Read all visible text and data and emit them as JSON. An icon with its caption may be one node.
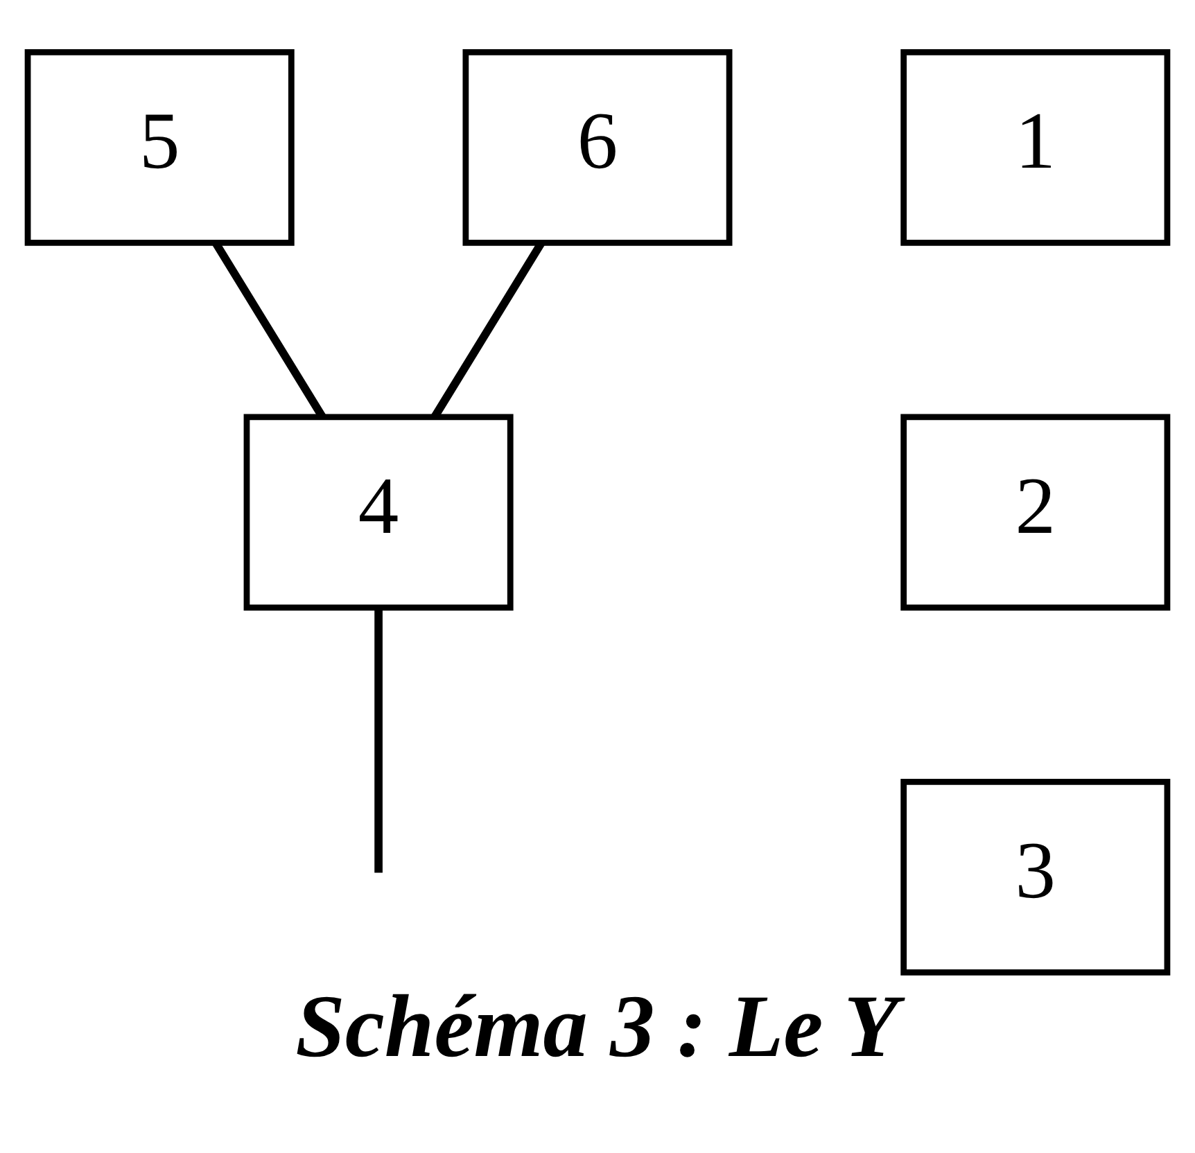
{
  "diagram": {
    "caption": "Schéma 3 : Le Y",
    "nodes": [
      {
        "text": [
          "5"
        ]
      },
      {
        "text": [
          "6"
        ]
      },
      {
        "text": [
          "4"
        ]
      },
      {
        "text": [
          "1"
        ]
      },
      {
        "text": [
          "2"
        ]
      },
      {
        "text": [
          "3"
        ]
      }
    ],
    "edges": [
      {
        "from": 0,
        "to": 2,
        "arrow": "none"
      },
      {
        "from": 1,
        "to": 2,
        "arrow": "none"
      },
      {
        "from": 2,
        "to": null,
        "arrow": "none"
      }
    ]
  }
}
